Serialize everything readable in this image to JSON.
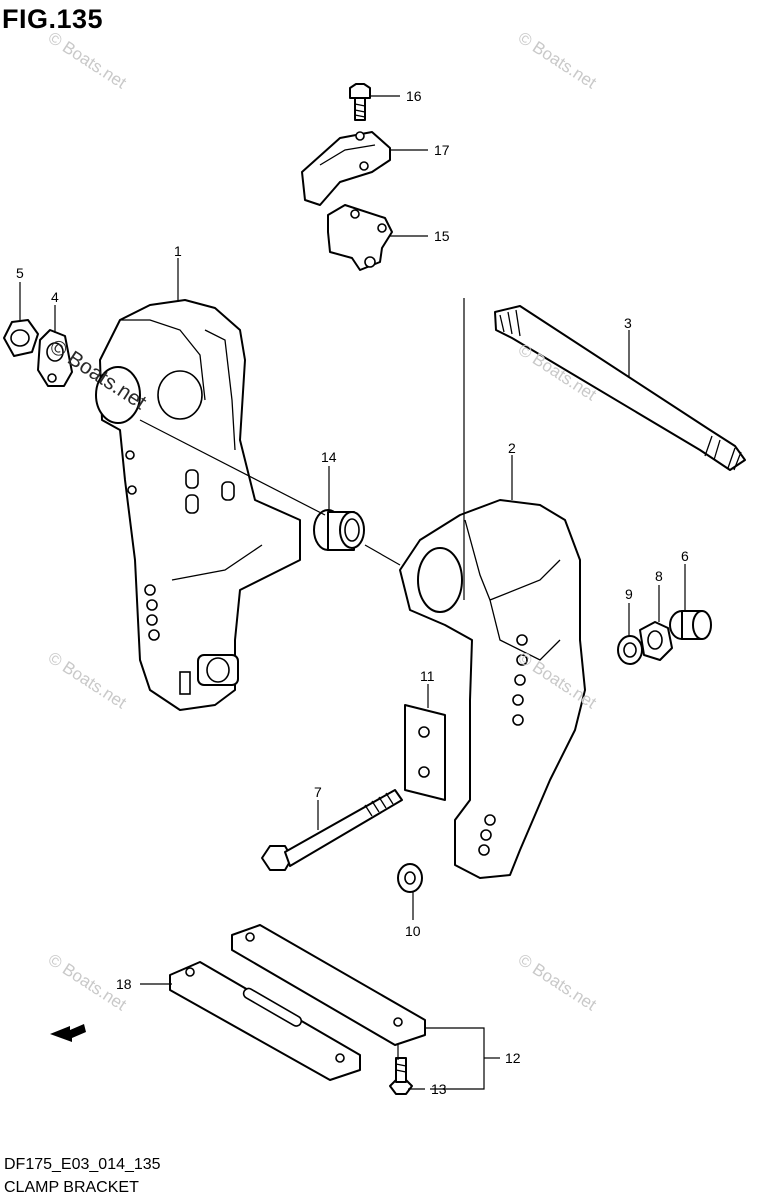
{
  "figure": {
    "title": "FIG.135",
    "code": "DF175_E03_014_135",
    "name": "CLAMP BRACKET"
  },
  "watermark": "© Boats.net",
  "fwd_label": "FWD",
  "callouts": [
    {
      "id": "c1",
      "label": "1"
    },
    {
      "id": "c2",
      "label": "2"
    },
    {
      "id": "c3",
      "label": "3"
    },
    {
      "id": "c4",
      "label": "4"
    },
    {
      "id": "c5",
      "label": "5"
    },
    {
      "id": "c6",
      "label": "6"
    },
    {
      "id": "c7",
      "label": "7"
    },
    {
      "id": "c8",
      "label": "8"
    },
    {
      "id": "c9",
      "label": "9"
    },
    {
      "id": "c10",
      "label": "10"
    },
    {
      "id": "c11",
      "label": "11"
    },
    {
      "id": "c12",
      "label": "12"
    },
    {
      "id": "c13",
      "label": "13"
    },
    {
      "id": "c14",
      "label": "14"
    },
    {
      "id": "c15",
      "label": "15"
    },
    {
      "id": "c16",
      "label": "16"
    },
    {
      "id": "c17",
      "label": "17"
    },
    {
      "id": "c18",
      "label": "18"
    }
  ]
}
